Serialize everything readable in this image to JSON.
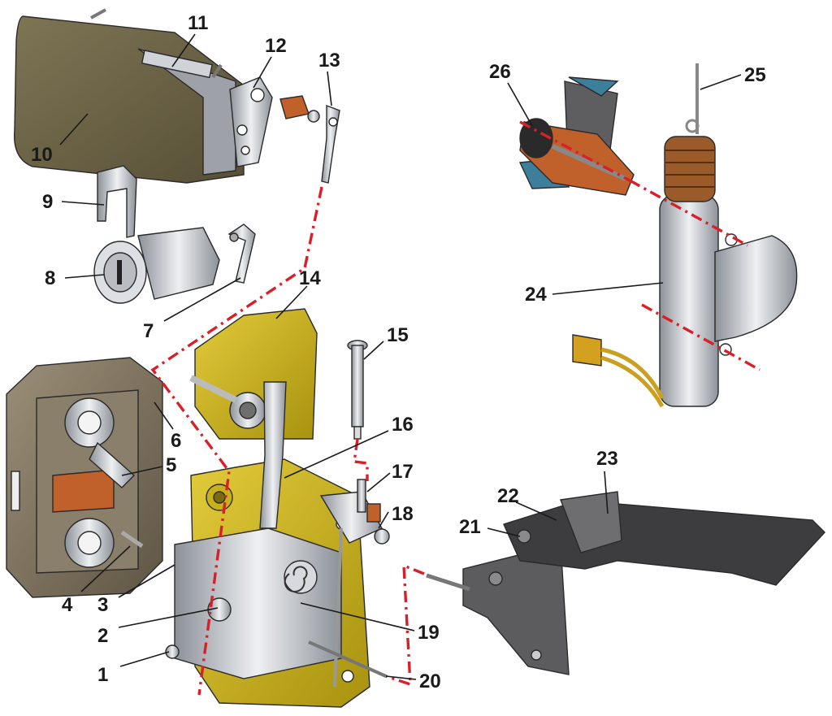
{
  "callouts": [
    {
      "id": "1",
      "label": "1"
    },
    {
      "id": "2",
      "label": "2"
    },
    {
      "id": "3",
      "label": "3"
    },
    {
      "id": "4",
      "label": "4"
    },
    {
      "id": "5",
      "label": "5"
    },
    {
      "id": "6",
      "label": "6"
    },
    {
      "id": "7",
      "label": "7"
    },
    {
      "id": "8",
      "label": "8"
    },
    {
      "id": "9",
      "label": "9"
    },
    {
      "id": "10",
      "label": "10"
    },
    {
      "id": "11",
      "label": "11"
    },
    {
      "id": "12",
      "label": "12"
    },
    {
      "id": "13",
      "label": "13"
    },
    {
      "id": "14",
      "label": "14"
    },
    {
      "id": "15",
      "label": "15"
    },
    {
      "id": "16",
      "label": "16"
    },
    {
      "id": "17",
      "label": "17"
    },
    {
      "id": "18",
      "label": "18"
    },
    {
      "id": "19",
      "label": "19"
    },
    {
      "id": "20",
      "label": "20"
    },
    {
      "id": "21",
      "label": "21"
    },
    {
      "id": "22",
      "label": "22"
    },
    {
      "id": "23",
      "label": "23"
    },
    {
      "id": "24",
      "label": "24"
    },
    {
      "id": "25",
      "label": "25"
    },
    {
      "id": "26",
      "label": "26"
    }
  ],
  "colors": {
    "handle": "#6b6246",
    "lock_body": "#c9b21b",
    "metal": "#c8ccd2",
    "metal_dark": "#8c9198",
    "striker": "#7d715d",
    "accent_dash": "#d8202a",
    "spring": "#9a5a2a",
    "bracket": "#5c5c5e"
  }
}
